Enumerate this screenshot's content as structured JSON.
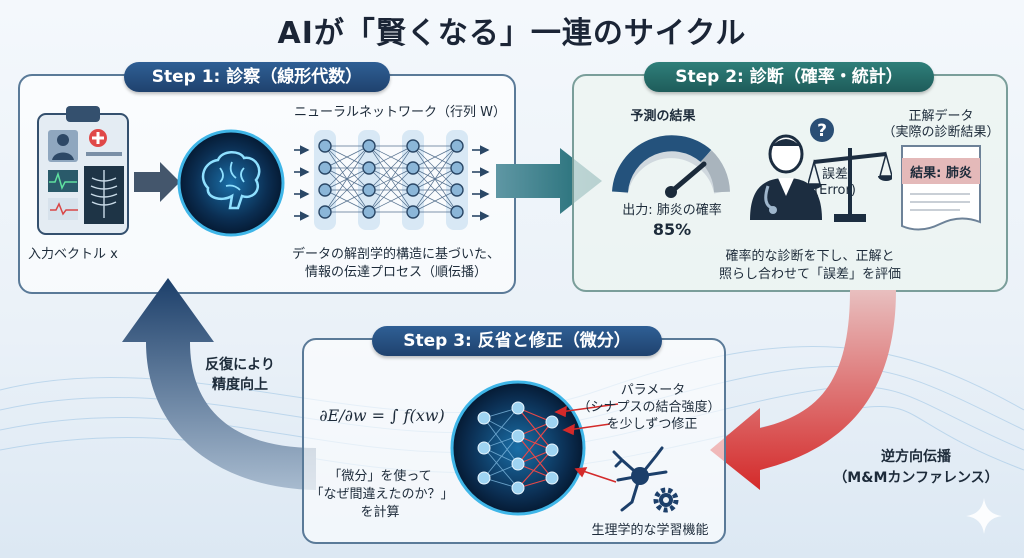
{
  "title": "AIが「賢くなる」一連のサイクル",
  "step1": {
    "pill": "Step 1: 診察（線形代数）",
    "nn_label": "ニューラルネットワーク（行列 W）",
    "input_label": "入力ベクトル x",
    "caption_line1": "データの解剖学的構造に基づいた、",
    "caption_line2": "情報の伝達プロセス（順伝播）"
  },
  "step2": {
    "pill": "Step 2: 診断（確率・統計）",
    "pred_label": "予測の結果",
    "output_label": "出力: 肺炎の確率",
    "output_value": "85%",
    "error_label1": "誤差",
    "error_label2": "(Error)",
    "truth_label1": "正解データ",
    "truth_label2": "（実際の診断結果）",
    "truth_result": "結果: 肺炎",
    "caption_line1": "確率的な診断を下し、正解と",
    "caption_line2": "照らし合わせて「誤差」を評価"
  },
  "step3": {
    "pill": "Step 3: 反省と修正（微分）",
    "formula": "∂E/∂w = ∫ f(xw)",
    "calc_line1": "「微分」を使って",
    "calc_line2": "「なぜ間違えたのか？」",
    "calc_line3": "を計算",
    "param_line1": "パラメータ",
    "param_line2": "（シナプスの結合強度）",
    "param_line3": "を少しずつ修正",
    "neuron_label": "生理学的な学習機能"
  },
  "loop": {
    "left_line1": "反復により",
    "left_line2": "精度向上",
    "right_line1": "逆方向伝播",
    "right_line2": "（M&Mカンファレンス）"
  },
  "colors": {
    "navy": "#1f426e",
    "teal": "#1e5c5a",
    "red": "#d42a2a",
    "glow": "#3fb6e8"
  }
}
